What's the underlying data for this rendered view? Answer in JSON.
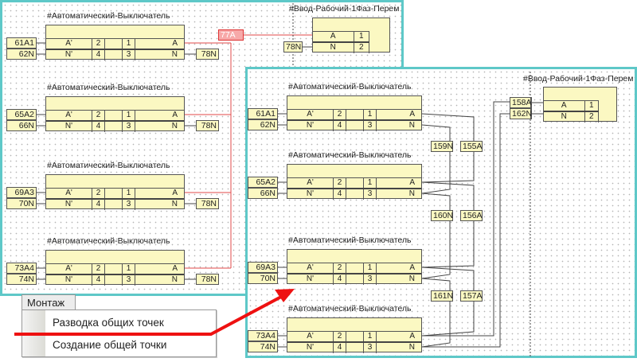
{
  "colors": {
    "panel_border": "#5ec8c8",
    "block_fill": "#fbf8c2",
    "highlight_wire": "#e24a4a",
    "arrow": "#ee1111"
  },
  "before": {
    "breakers": [
      {
        "title": "#Автоматический-Выключатель",
        "in_a": "61A1",
        "in_n": "62N",
        "pins": [
          "A'",
          "2",
          "1",
          "A",
          "N'",
          "4",
          "3",
          "N"
        ],
        "out_n": "78N"
      },
      {
        "title": "#Автоматический-Выключатель",
        "in_a": "65A2",
        "in_n": "66N",
        "pins": [
          "A'",
          "2",
          "1",
          "A",
          "N'",
          "4",
          "3",
          "N"
        ],
        "out_n": "78N"
      },
      {
        "title": "#Автоматический-Выключатель",
        "in_a": "69A3",
        "in_n": "70N",
        "pins": [
          "A'",
          "2",
          "1",
          "A",
          "N'",
          "4",
          "3",
          "N"
        ],
        "out_n": "78N"
      },
      {
        "title": "#Автоматический-Выключатель",
        "in_a": "73A4",
        "in_n": "74N",
        "pins": [
          "A'",
          "2",
          "1",
          "A",
          "N'",
          "4",
          "3",
          "N"
        ],
        "out_n": "78N"
      }
    ],
    "common_point": "77A",
    "input": {
      "title": "#Ввод-Рабочий-1Фаз-Перем",
      "in_n": "78N",
      "pins": [
        "A",
        "1",
        "N",
        "2"
      ]
    }
  },
  "after": {
    "breakers": [
      {
        "title": "#Автоматический-Выключатель",
        "in_a": "61A1",
        "in_n": "62N",
        "pins": [
          "A'",
          "2",
          "1",
          "A",
          "N'",
          "4",
          "3",
          "N"
        ]
      },
      {
        "title": "#Автоматический-Выключатель",
        "in_a": "65A2",
        "in_n": "66N",
        "pins": [
          "A'",
          "2",
          "1",
          "A",
          "N'",
          "4",
          "3",
          "N"
        ]
      },
      {
        "title": "#Автоматический-Выключатель",
        "in_a": "69A3",
        "in_n": "70N",
        "pins": [
          "A'",
          "2",
          "1",
          "A",
          "N'",
          "4",
          "3",
          "N"
        ]
      },
      {
        "title": "#Автоматический-Выключатель",
        "in_a": "73A4",
        "in_n": "74N",
        "pins": [
          "A'",
          "2",
          "1",
          "A",
          "N'",
          "4",
          "3",
          "N"
        ]
      }
    ],
    "junctions": [
      [
        "159N",
        "155A"
      ],
      [
        "160N",
        "156A"
      ],
      [
        "161N",
        "157A"
      ]
    ],
    "input": {
      "title": "#Ввод-Рабочий-1Фаз-Перем",
      "in_a": "158A",
      "in_n": "162N",
      "pins": [
        "A",
        "1",
        "N",
        "2"
      ]
    }
  },
  "menu": {
    "tab": "Монтаж",
    "items": [
      "Разводка общих точек",
      "Создание общей точки"
    ]
  }
}
